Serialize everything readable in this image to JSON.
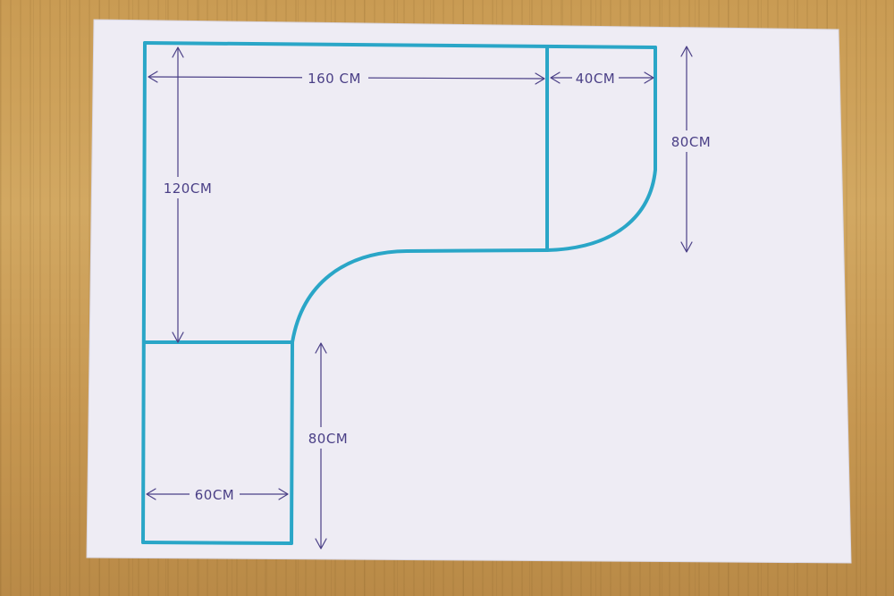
{
  "drawing": {
    "colors": {
      "paper": "#eeecf4",
      "outline": "#2aa6c7",
      "dimension_ink": "#4a3f86",
      "table_wood": "#c99b53"
    },
    "dimensions": {
      "top_width_main": "160 CM",
      "top_width_return": "40CM",
      "right_height": "80CM",
      "left_height": "120CM",
      "leg_height": "80CM",
      "leg_width": "60CM"
    }
  }
}
